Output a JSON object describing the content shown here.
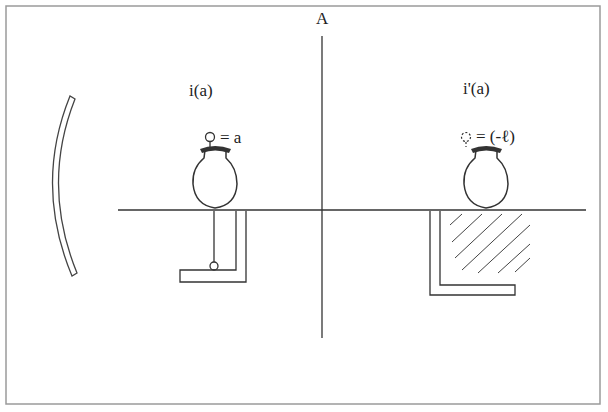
{
  "diagram": {
    "labels": [
      "A",
      "i(a)",
      "i'(a)",
      "= a",
      "= (-ℓ)"
    ]
  }
}
